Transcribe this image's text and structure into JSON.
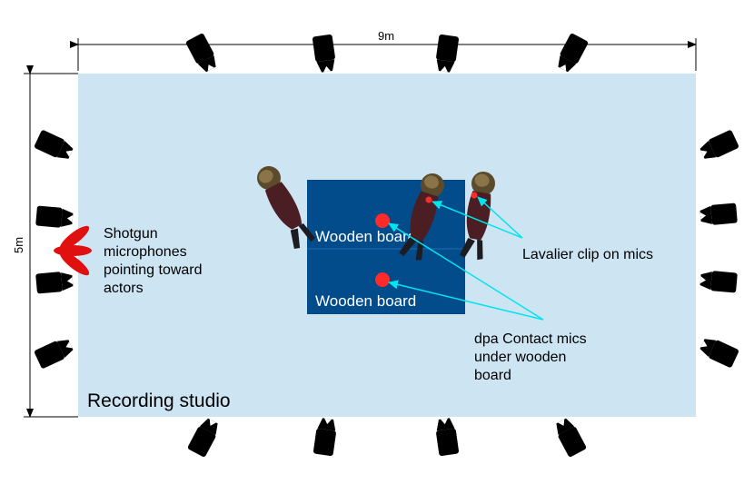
{
  "dimensions": {
    "width_label": "9m",
    "height_label": "5m"
  },
  "studio": {
    "label": "Recording studio",
    "color": "#cde4f3"
  },
  "boards": {
    "label_top": "Wooden board",
    "label_bottom": "Wooden board",
    "color": "#024c8b"
  },
  "annotations": {
    "shotgun": [
      "Shotgun",
      "microphones",
      "pointing toward",
      "actors"
    ],
    "lavalier": "Lavalier clip on mics",
    "contact": [
      "dpa Contact mics",
      "under wooden",
      "board"
    ]
  },
  "colors": {
    "camera": "#000000",
    "mic": "#ff2020",
    "shotgun": "#e01010",
    "arrow": "#00e5ee"
  },
  "cameras": {
    "count": 16,
    "icon": "camera-icon"
  },
  "actors": {
    "count": 3,
    "icon": "person-icon"
  }
}
